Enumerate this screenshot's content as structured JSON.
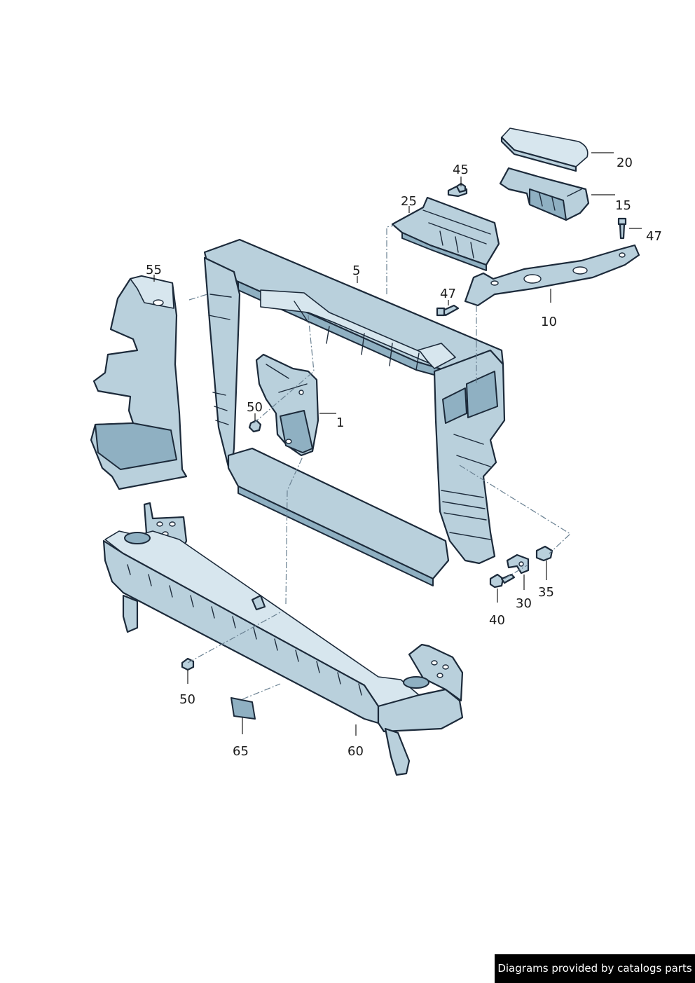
{
  "callouts": {
    "c1": "1",
    "c5": "5",
    "c10": "10",
    "c15": "15",
    "c20": "20",
    "c25": "25",
    "c30": "30",
    "c35": "35",
    "c40": "40",
    "c45": "45",
    "c47a": "47",
    "c47b": "47",
    "c50a": "50",
    "c50b": "50",
    "c55": "55",
    "c60": "60",
    "c65": "65"
  },
  "credit": "Diagrams provided by catalogs parts",
  "colors": {
    "part_fill": "#b9d0dc",
    "outline": "#1c2a3a",
    "credit_bg": "#000000"
  }
}
